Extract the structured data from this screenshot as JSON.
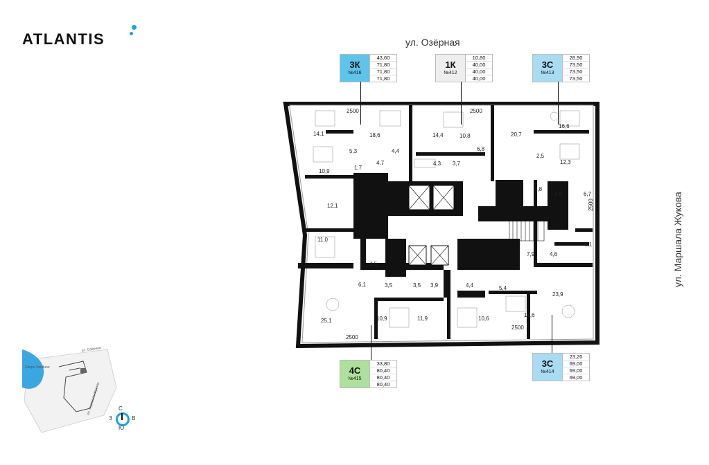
{
  "brand": {
    "name": "ATLANTIS",
    "accent": "#1aa3e8"
  },
  "streets": {
    "top": "ул. Озёрная",
    "right": "ул. Маршала Жукова"
  },
  "colors": {
    "apt_3k": "#5ec4ea",
    "apt_1k": "#eeeeee",
    "apt_3c_top": "#a9dcf3",
    "apt_4c": "#aee09d",
    "apt_3c_bottom": "#a9dcf3",
    "walls": "#111111"
  },
  "apartments": [
    {
      "type": "3К",
      "number": "№416",
      "values": [
        "43,60",
        "71,80",
        "71,80",
        "71,80"
      ]
    },
    {
      "type": "1К",
      "number": "№412",
      "values": [
        "10,80",
        "40,00",
        "40,00",
        "40,00"
      ]
    },
    {
      "type": "3С",
      "number": "№413",
      "values": [
        "28,90",
        "73,50",
        "73,50",
        "73,50"
      ]
    },
    {
      "type": "4С",
      "number": "№415",
      "values": [
        "33,80",
        "80,40",
        "80,40",
        "80,40"
      ]
    },
    {
      "type": "3С",
      "number": "№414",
      "values": [
        "23,20",
        "69,00",
        "69,00",
        "69,00"
      ]
    }
  ],
  "room_areas": [
    "14,1",
    "18,6",
    "14,4",
    "10,8",
    "20,7",
    "16,6",
    "5,3",
    "4,4",
    "6,8",
    "10,9",
    "4,7",
    "1,7",
    "4,3",
    "3,7",
    "2,5",
    "12,3",
    "4,8",
    "3,8",
    "6,7",
    "12,1",
    "11,0",
    "6,1",
    "7,9",
    "4,6",
    "4,5",
    "6,1",
    "3,5",
    "3,5",
    "3,9",
    "4,4",
    "5,4",
    "23,9",
    "25,1",
    "10,9",
    "11,9",
    "10,6",
    "12,6"
  ],
  "dimensions": [
    "2500",
    "2500",
    "2500",
    "2500",
    "2500"
  ],
  "minimap": {
    "labels": [
      "Озеро Хвойное",
      "ул. Озёрная",
      "ул. Маршала Жукова"
    ],
    "compass": {
      "n": "С",
      "s": "Ю",
      "w": "З",
      "e": "В"
    }
  }
}
